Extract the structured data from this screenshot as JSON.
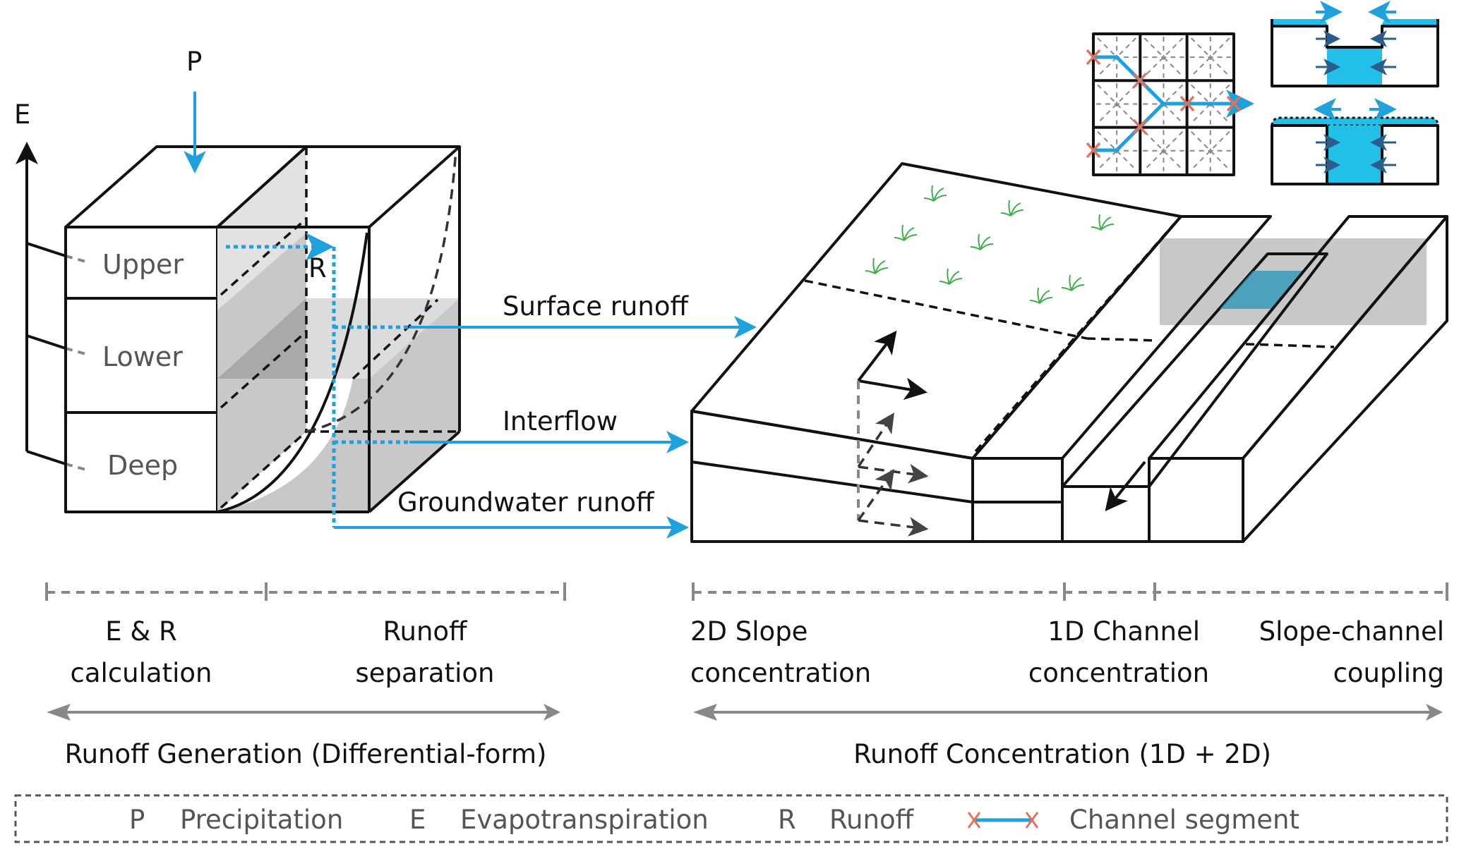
{
  "figure": {
    "labels": {
      "precipitation_symbol": "P",
      "evapotranspiration_symbol": "E",
      "runoff_symbol": "R",
      "layer_upper": "Upper",
      "layer_lower": "Lower",
      "layer_deep": "Deep",
      "surface_runoff": "Surface runoff",
      "interflow": "Interflow",
      "groundwater_runoff": "Groundwater runoff"
    },
    "stages": {
      "er_calc_line1": "E & R",
      "er_calc_line2": "calculation",
      "runoff_sep_line1": "Runoff",
      "runoff_sep_line2": "separation",
      "slope_line1": "2D Slope",
      "slope_line2": "concentration",
      "channel_line1": "1D Channel",
      "channel_line2": "concentration",
      "coupling_line1": "Slope-channel",
      "coupling_line2": "coupling"
    },
    "sections": {
      "generation_title": "Runoff Generation (Differential-form)",
      "concentration_title": "Runoff Concentration (1D + 2D)"
    },
    "legend": {
      "items": [
        {
          "symbol": "P",
          "label": "Precipitation"
        },
        {
          "symbol": "E",
          "label": "Evapotranspiration"
        },
        {
          "symbol": "R",
          "label": "Runoff"
        },
        {
          "symbol": "channel-segment-icon",
          "label": "Channel segment"
        }
      ]
    },
    "colors": {
      "water": "#22bfe8",
      "flow_arrow": "#1ea1dc",
      "channel_node": "#e2725b",
      "exchange_arrow": "#2a5d8c",
      "vegetation": "#3fae49"
    }
  }
}
